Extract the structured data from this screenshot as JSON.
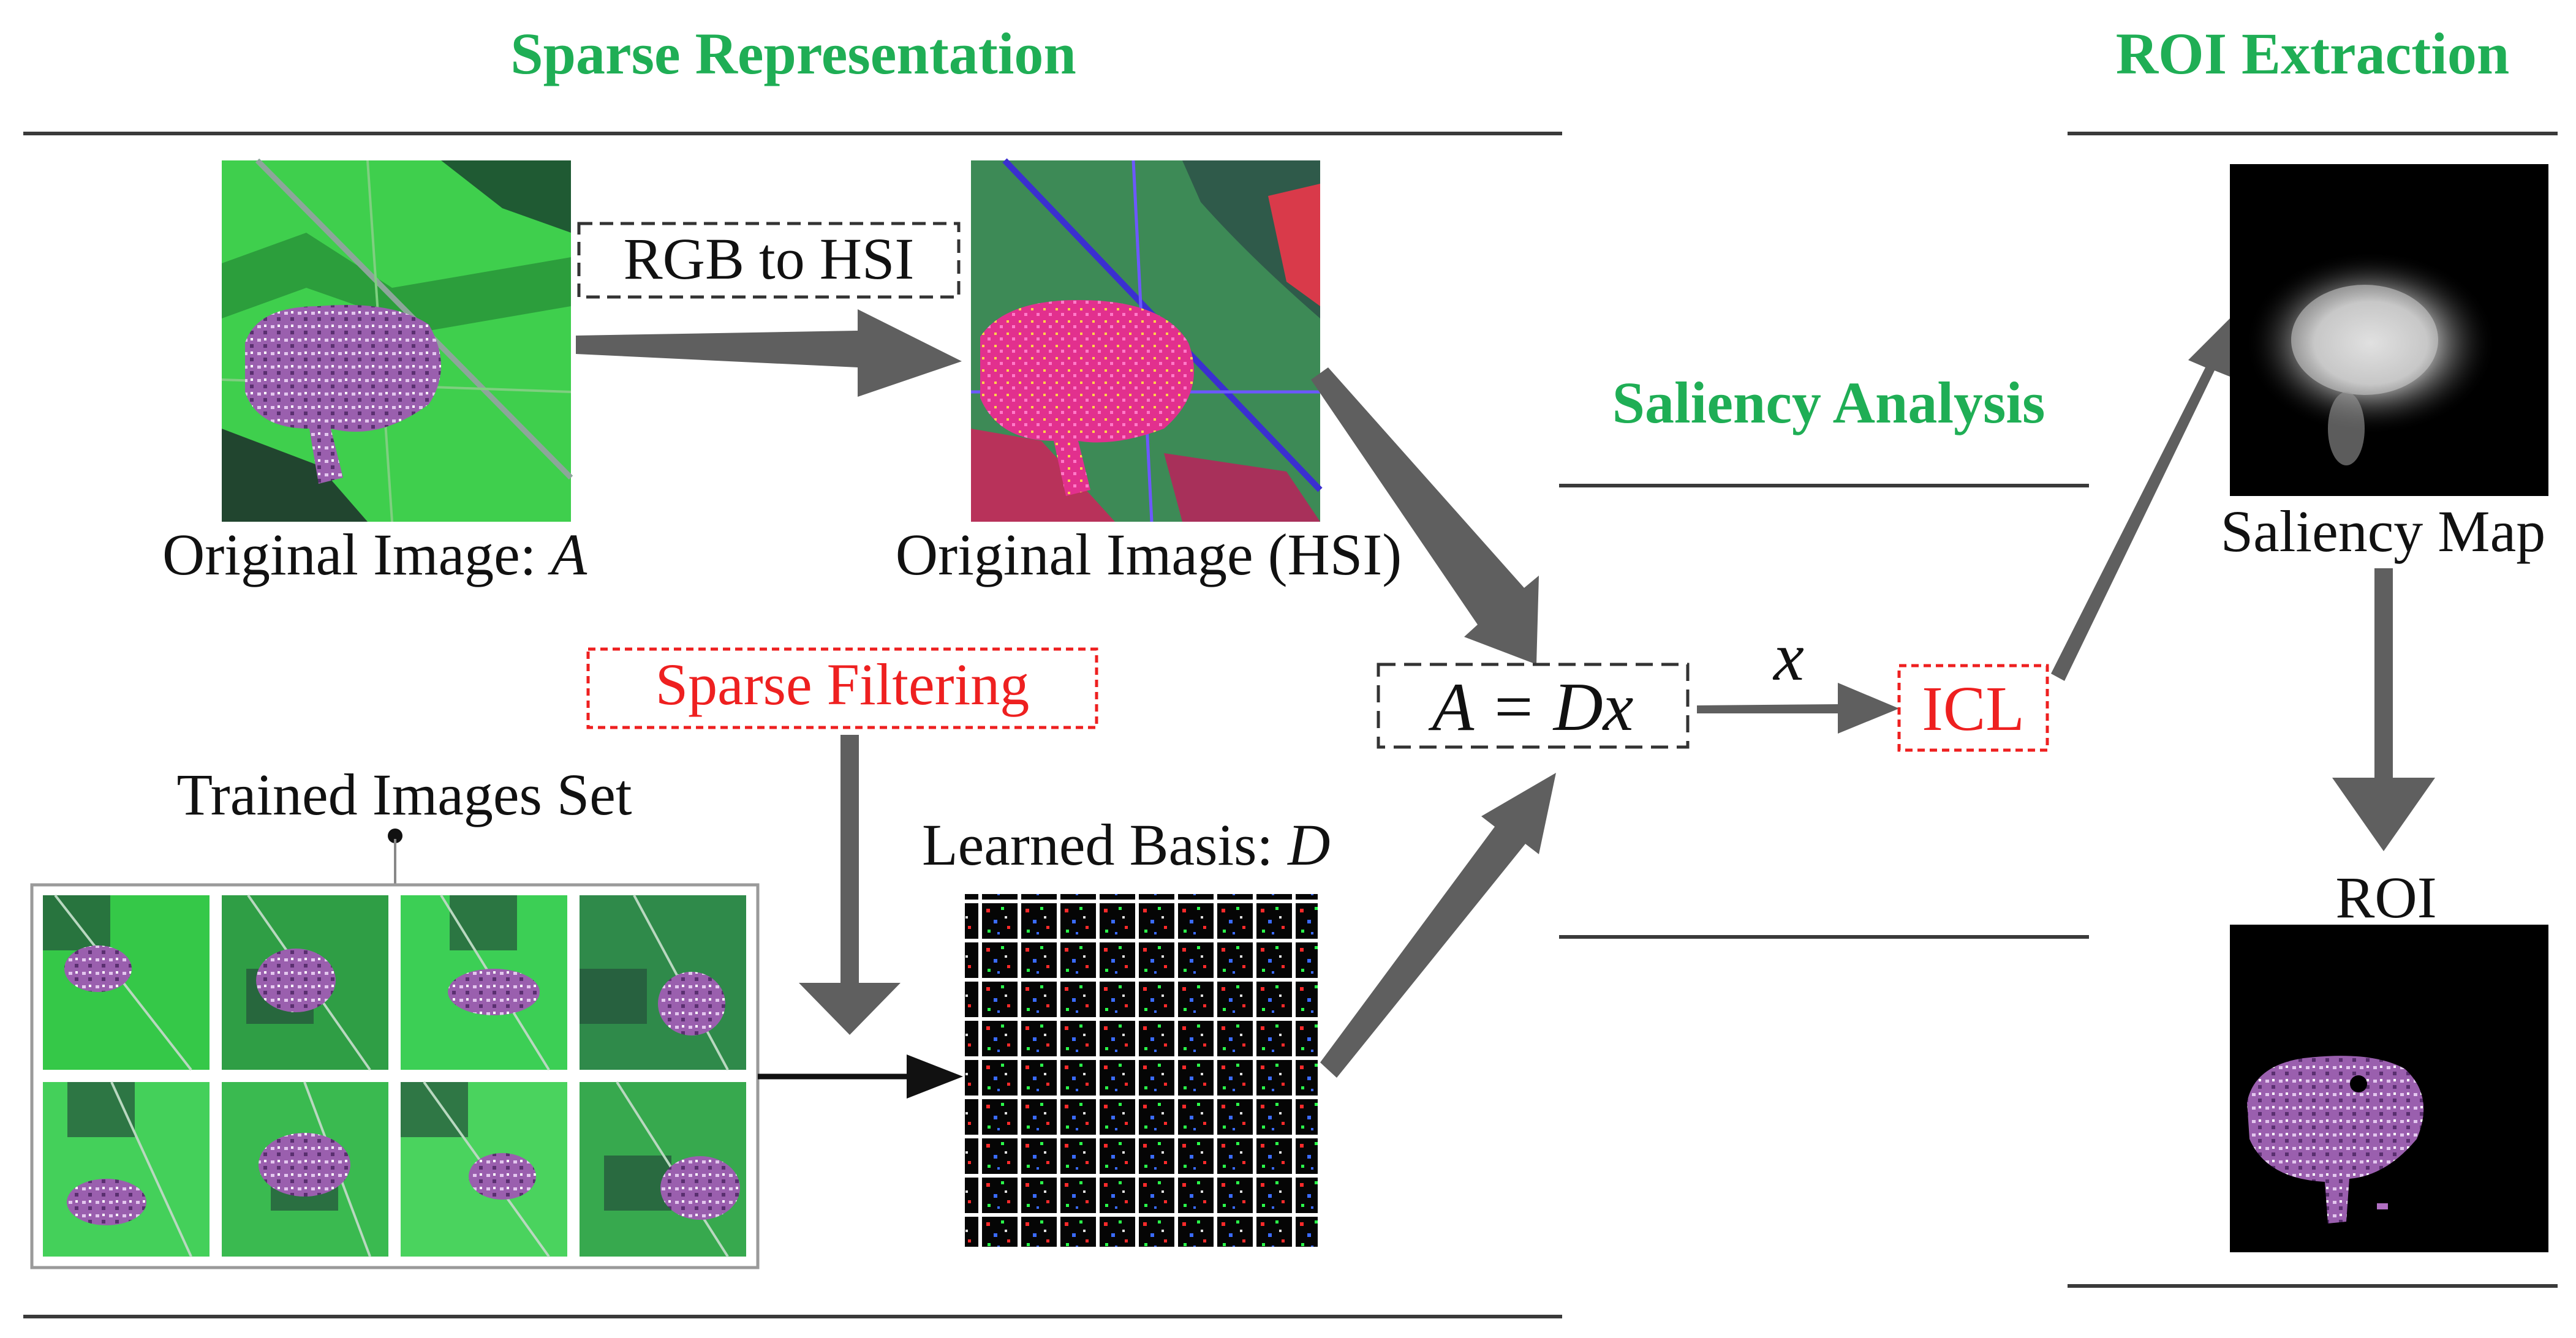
{
  "sections": {
    "sparse_representation": "Sparse Representation",
    "saliency_analysis": "Saliency Analysis",
    "roi_extraction": "ROI Extraction"
  },
  "labels": {
    "original_image_prefix": "Original Image: ",
    "original_image_var": "A",
    "original_image_hsi": "Original Image (HSI)",
    "rgb_to_hsi": "RGB to HSI",
    "sparse_filtering": "Sparse Filtering",
    "trained_images_set": "Trained Images Set",
    "learned_basis_prefix": "Learned Basis: ",
    "learned_basis_var": "D",
    "equation": "A = Dx",
    "x_var": "x",
    "icl": "ICL",
    "saliency_map": "Saliency Map",
    "roi": "ROI"
  },
  "colors": {
    "heading_green": "#1fae55",
    "highlight_red": "#ee2020",
    "arrow_gray": "#5f5f5f",
    "rule_gray": "#3a3a3a"
  },
  "images": {
    "original": "satellite-village-green",
    "hsi": "satellite-village-hsi",
    "trained_set": "satellite-tiles-2x4",
    "basis": "learned-basis-grid",
    "saliency": "saliency-map-gray",
    "roi": "roi-village-cutout"
  }
}
